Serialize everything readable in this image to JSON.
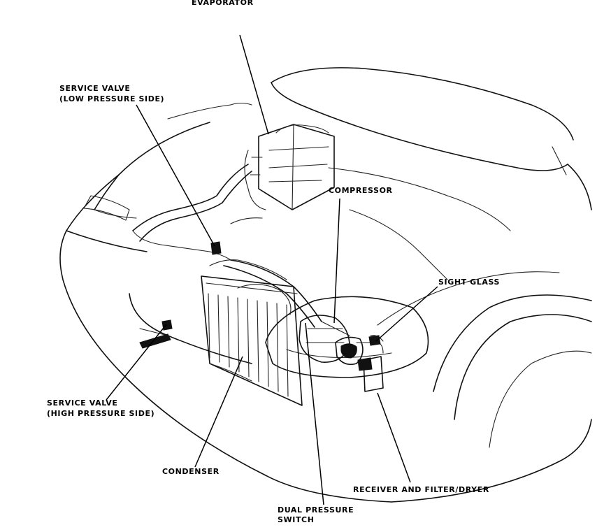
{
  "labels": {
    "evaporator": "EVAPORATOR",
    "service_valve_low_1": "SERVICE VALVE",
    "service_valve_low_2": "(LOW PRESSURE SIDE)",
    "compressor": "COMPRESSOR",
    "sight_glass": "SIGHT GLASS",
    "service_valve_high_1": "SERVICE VALVE",
    "service_valve_high_2": "(HIGH PRESSURE SIDE)",
    "condenser": "CONDENSER",
    "receiver": "RECEIVER AND FILTER/DRYER",
    "dual_pressure_1": "DUAL PRESSURE",
    "dual_pressure_2": "SWITCH"
  }
}
